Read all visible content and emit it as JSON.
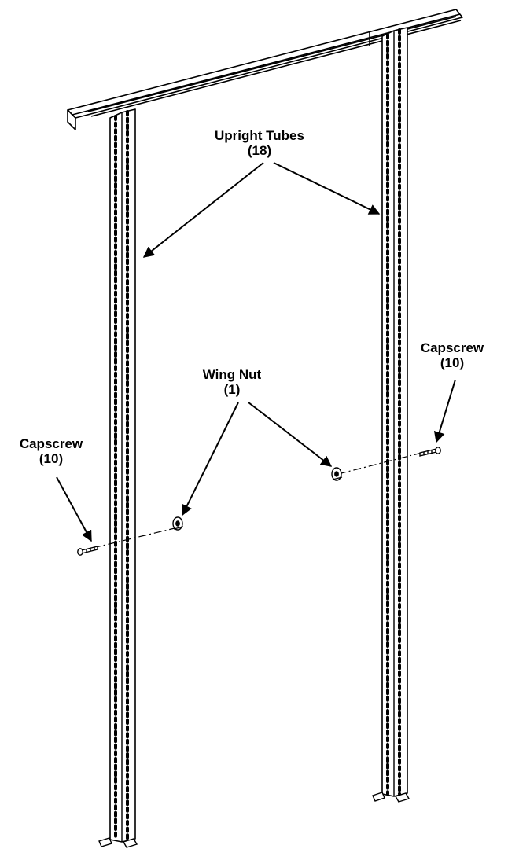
{
  "callouts": {
    "upright_tubes": {
      "name": "Upright Tubes",
      "qty": "(18)"
    },
    "wing_nut": {
      "name": "Wing Nut",
      "qty": "(1)"
    },
    "capscrew_left": {
      "name": "Capscrew",
      "qty": "(10)"
    },
    "capscrew_right": {
      "name": "Capscrew",
      "qty": "(10)"
    }
  }
}
